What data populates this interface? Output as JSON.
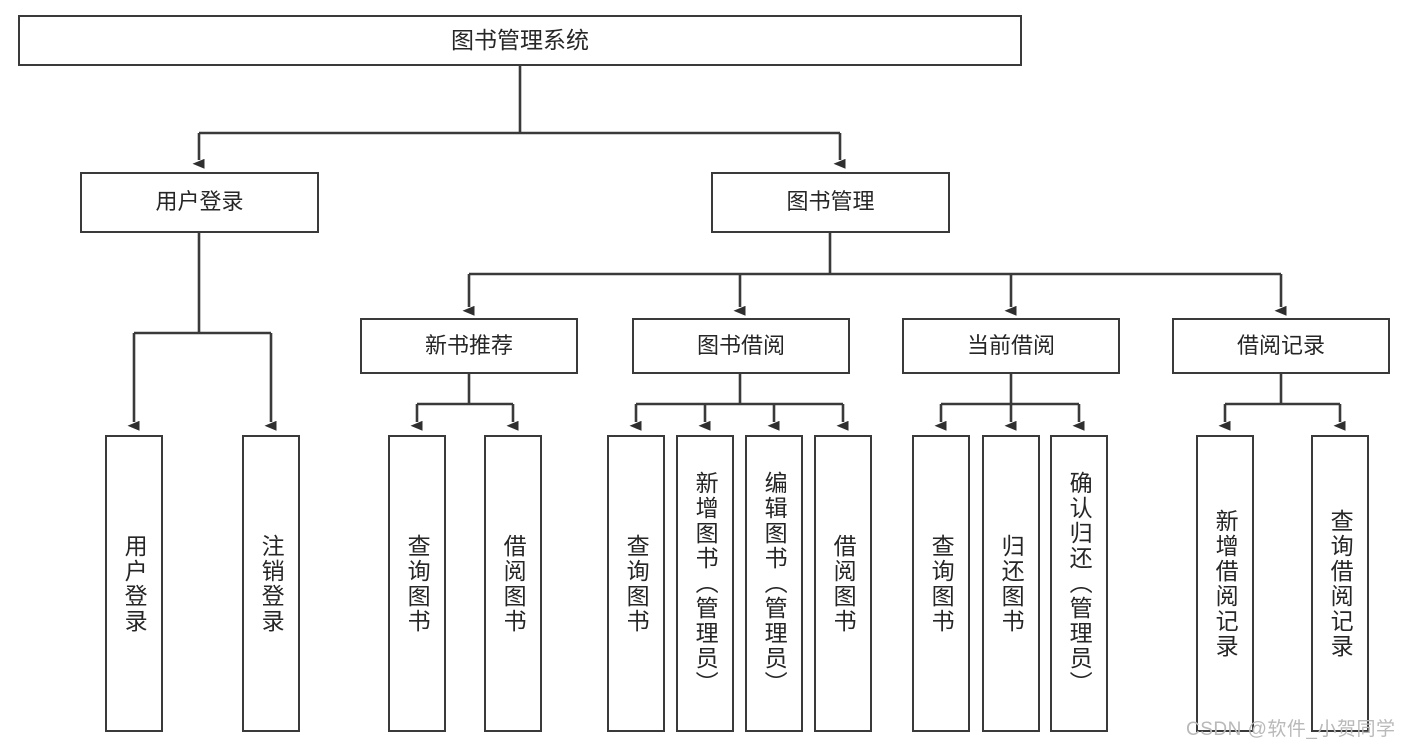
{
  "diagram": {
    "title": "图书管理系统",
    "watermark": "CSDN @软件_小贺同学",
    "line_color": "#3a3a3a",
    "box_fill": "#ffffff",
    "text_color": "#262626",
    "watermark_color": "#b9b9b9",
    "levels": {
      "level1": {
        "label": "图书管理系统"
      },
      "level2": [
        {
          "label": "用户登录"
        },
        {
          "label": "图书管理"
        }
      ],
      "level3": [
        {
          "label": "新书推荐"
        },
        {
          "label": "图书借阅"
        },
        {
          "label": "当前借阅"
        },
        {
          "label": "借阅记录"
        }
      ]
    },
    "leaves": {
      "user_login": [
        {
          "label": "用户登录"
        },
        {
          "label": "注销登录"
        }
      ],
      "new_book_recommend": [
        {
          "label": "查询图书"
        },
        {
          "label": "借阅图书"
        }
      ],
      "book_borrow": [
        {
          "label": "查询图书"
        },
        {
          "label": "新增图书（管理员）"
        },
        {
          "label": "编辑图书（管理员）"
        },
        {
          "label": "借阅图书"
        }
      ],
      "current_borrow": [
        {
          "label": "查询图书"
        },
        {
          "label": "归还图书"
        },
        {
          "label": "确认归还（管理员）"
        }
      ],
      "borrow_record": [
        {
          "label": "新增借阅记录"
        },
        {
          "label": "查询借阅记录"
        }
      ]
    }
  }
}
